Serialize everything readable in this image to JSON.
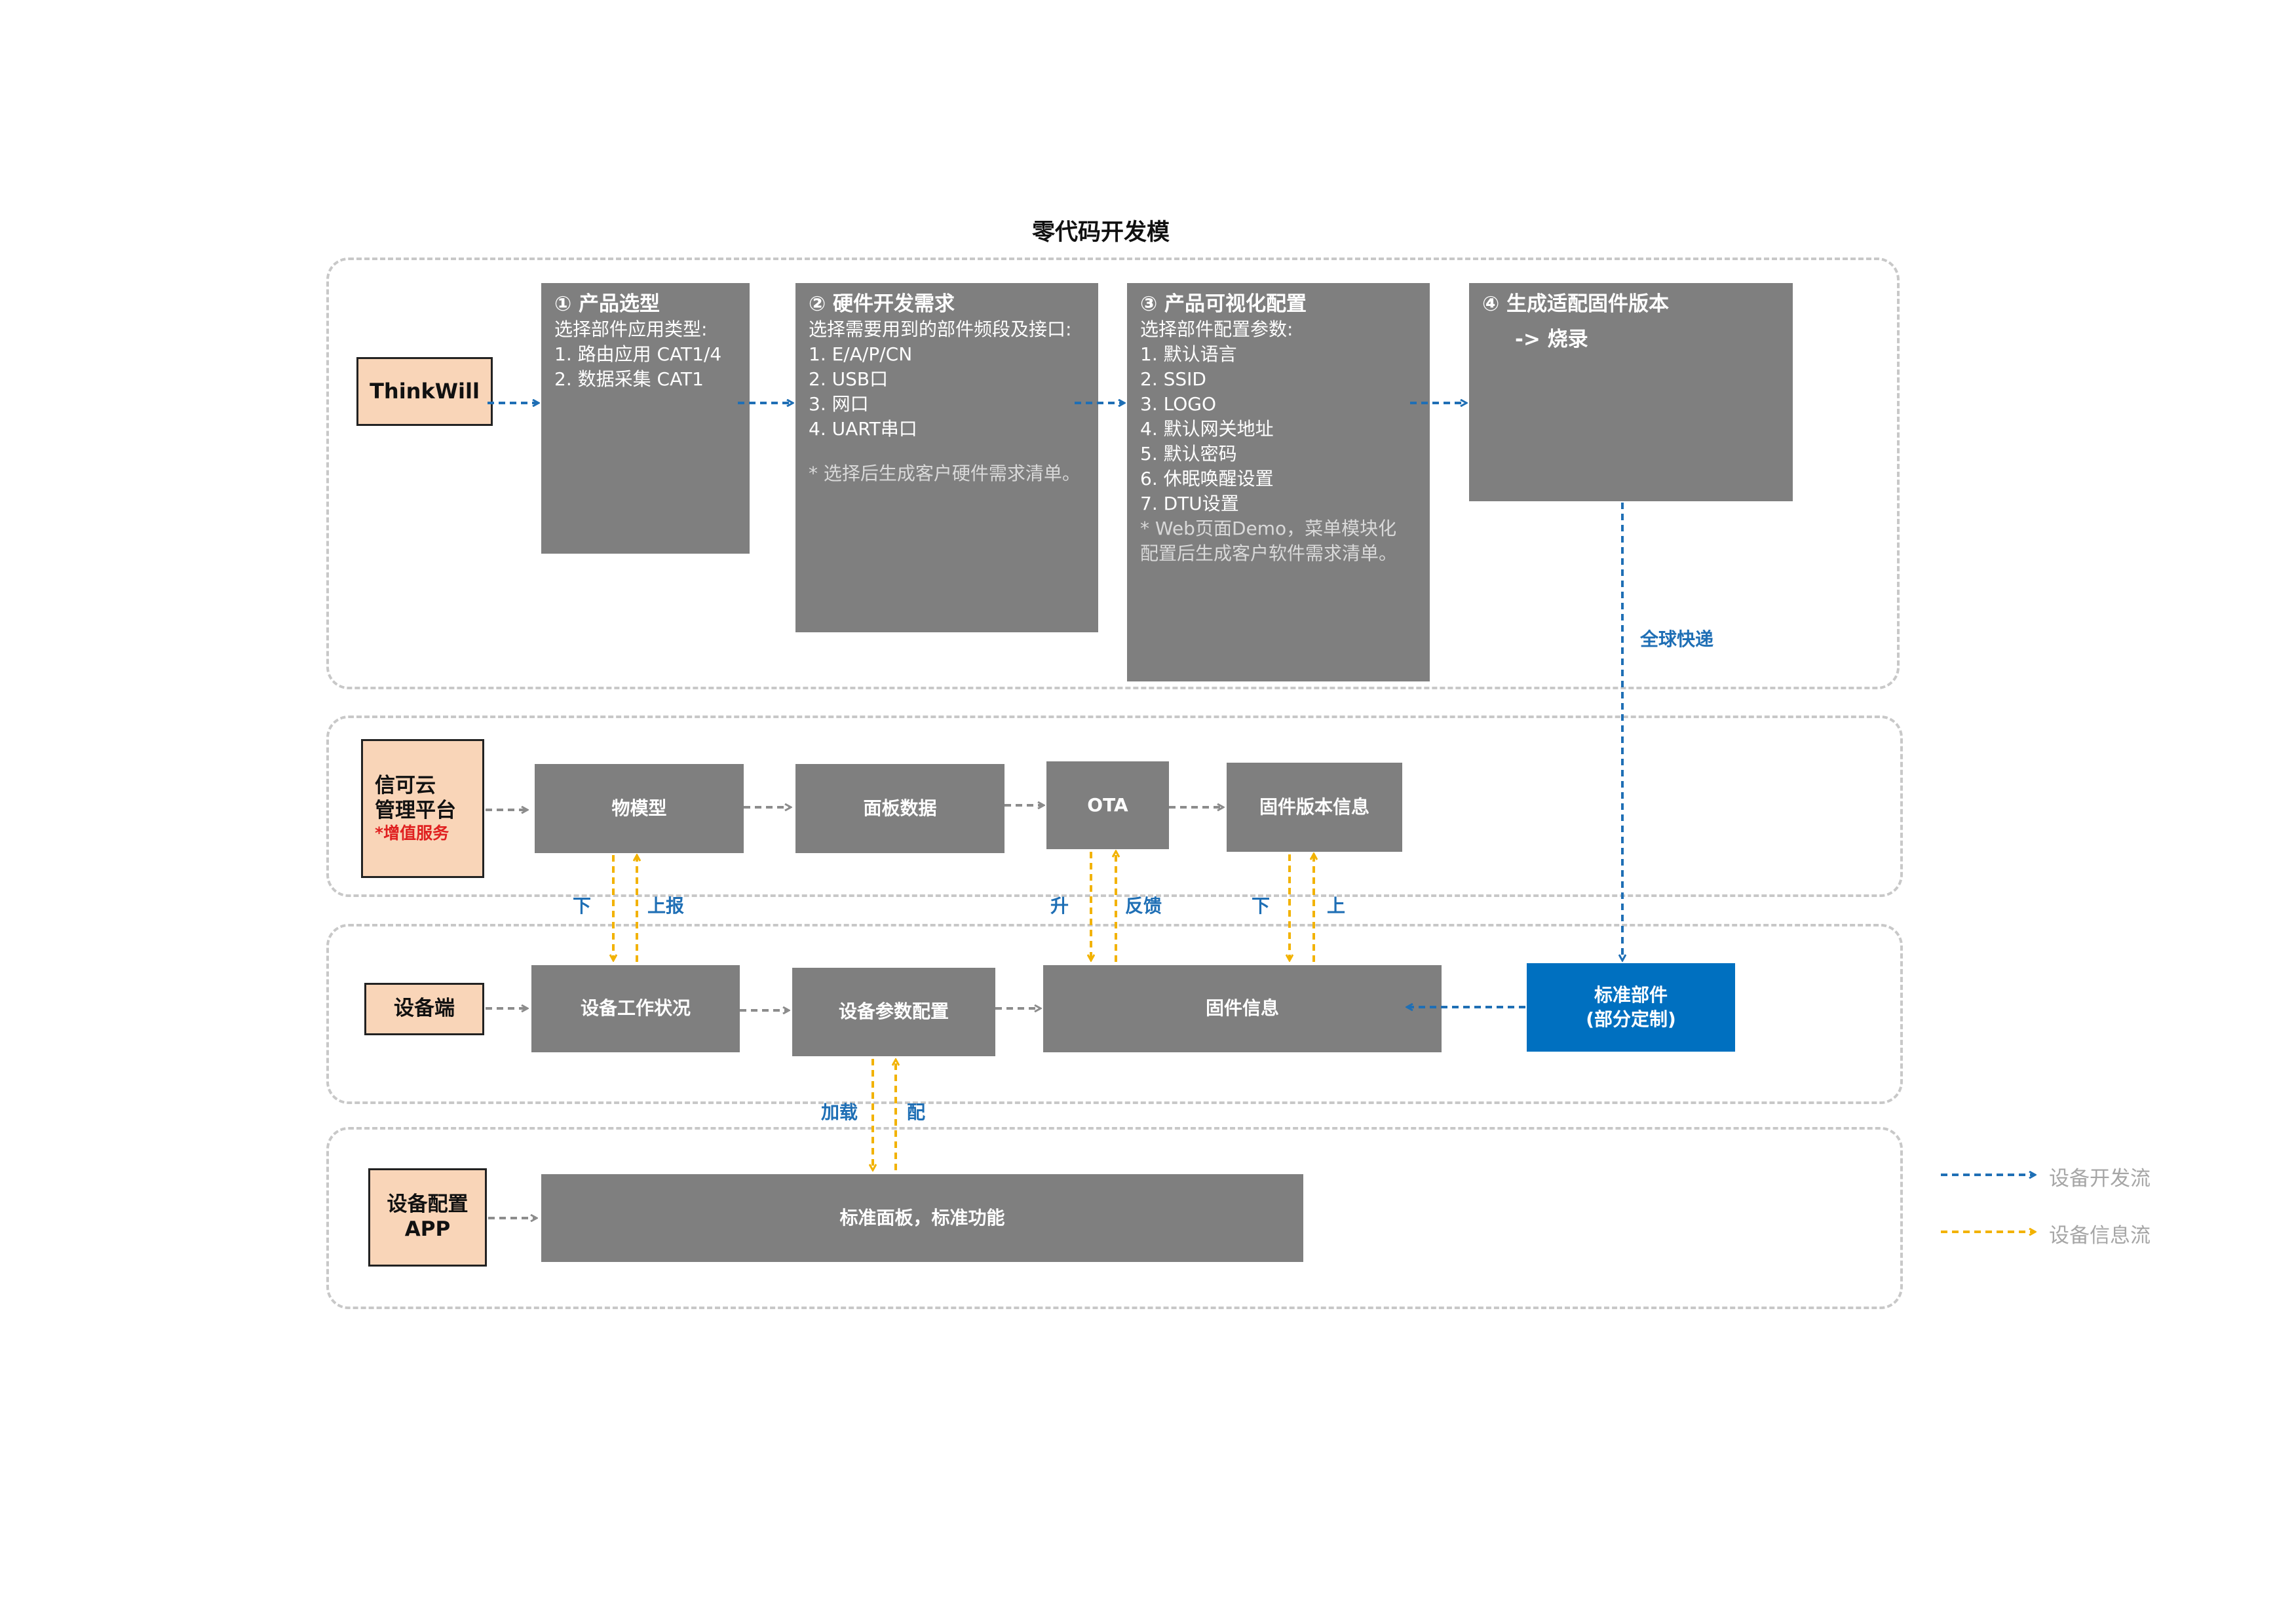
{
  "title": "零代码开发模",
  "thinkwill": {
    "label": "ThinkWill"
  },
  "steps": [
    {
      "header": "① 产品选型",
      "lines": [
        "选择部件应用类型:",
        "1. 路由应用  CAT1/4",
        "2. 数据采集  CAT1"
      ],
      "notes": []
    },
    {
      "header": "② 硬件开发需求",
      "lines": [
        "选择需要用到的部件频段及接口:",
        "1. E/A/P/CN",
        "2. USB口",
        "3. 网口",
        "4. UART串口"
      ],
      "notes": [
        "* 选择后生成客户硬件需求清单。"
      ]
    },
    {
      "header": "③ 产品可视化配置",
      "lines": [
        "选择部件配置参数:",
        "1. 默认语言",
        "2. SSID",
        "3. LOGO",
        "4. 默认网关地址",
        "5. 默认密码",
        "6. 休眠唤醒设置",
        "7. DTU设置"
      ],
      "notes": [
        "* Web页面Demo，菜单模块化",
        "配置后生成客户软件需求清单。"
      ]
    },
    {
      "header": "④ 生成适配固件版本",
      "sub": "-> 烧录"
    }
  ],
  "express_label": "全球快递",
  "cloud": {
    "name_line1": "信可云",
    "name_line2": "管理平台",
    "note": "*增值服务",
    "boxes": [
      "物模型",
      "面板数据",
      "OTA",
      "固件版本信息"
    ]
  },
  "device": {
    "label": "设备端",
    "boxes": [
      "设备工作状况",
      "设备参数配置",
      "固件信息"
    ],
    "standard_line1": "标准部件",
    "standard_line2": "(部分定制)"
  },
  "app": {
    "label_line1": "设备配置",
    "label_line2": "APP",
    "box": "标准面板，标准功能"
  },
  "flow_labels": {
    "down1": "下",
    "report": "上报",
    "upgrade": "升",
    "feedback": "反馈",
    "down2": "下",
    "up2": "上",
    "load": "加载",
    "config": "配"
  },
  "legend": [
    {
      "label": "设备开发流",
      "color": "#1f6fb5"
    },
    {
      "label": "设备信息流",
      "color": "#f2b200"
    }
  ],
  "colors": {
    "dev_flow": "#1f6fb5",
    "info_flow": "#f2b200",
    "internal_flow": "#8c8c8c",
    "box_gray": "#7f7f7f",
    "box_blue": "#0070c0",
    "label_fill": "#f9d5b8",
    "note_red": "#e02020"
  }
}
